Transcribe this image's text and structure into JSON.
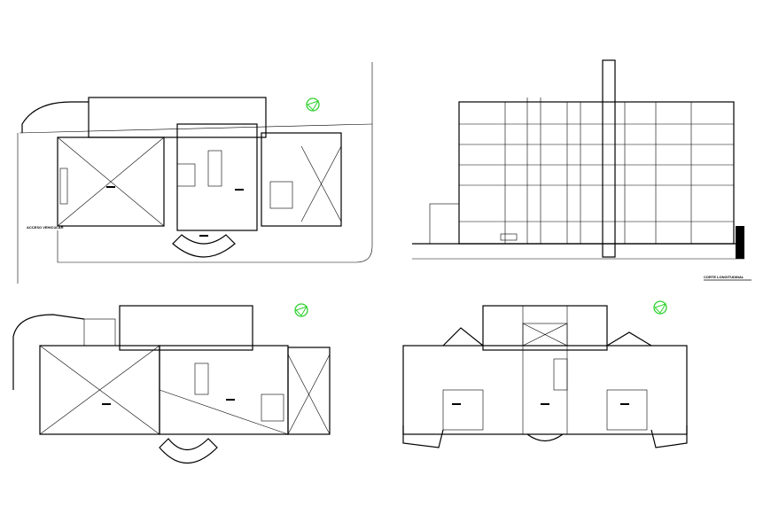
{
  "drawing": {
    "section_label": "CORTE LONGITUDINAL",
    "access_label": "ACCESO VEHICULAR",
    "north_arrow_color": "#2fd12f",
    "line_color": "#000000",
    "background": "#ffffff"
  },
  "views": [
    {
      "id": "ground-floor-plan"
    },
    {
      "id": "longitudinal-section"
    },
    {
      "id": "upper-floor-plan"
    },
    {
      "id": "typical-floor-plan"
    }
  ]
}
